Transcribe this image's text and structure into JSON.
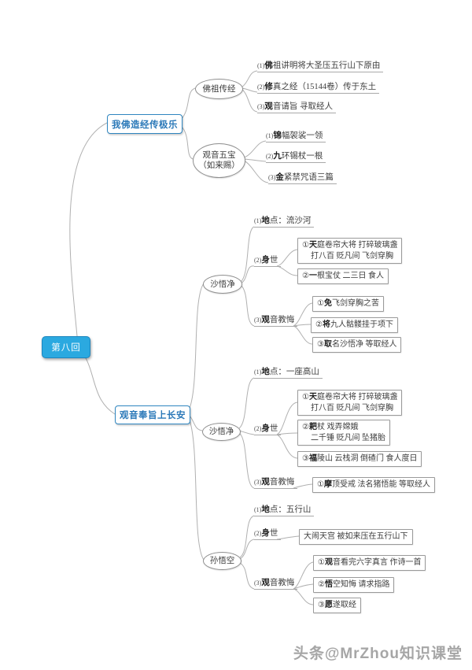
{
  "colors": {
    "accent_fill": "#2BA9E0",
    "accent_border": "#2F86C0",
    "accent_text": "#2A78B8",
    "connector_gray": "#B0B0B0",
    "node_border_gray": "#9A9A9A"
  },
  "root": {
    "label": "第八回"
  },
  "watermark": {
    "text": "头条@MrZhou知识课堂"
  },
  "b1": {
    "label": "我佛造经传极乐",
    "t1": {
      "label": "佛祖传经",
      "leaves": [
        {
          "num": "(1)",
          "bold": "佛",
          "rest": "祖讲明将大圣压五行山下原由"
        },
        {
          "num": "(2)",
          "bold": "修",
          "rest": "真之经（15144卷）传于东土"
        },
        {
          "num": "(3)",
          "bold": "观",
          "rest": "音请旨 寻取经人"
        }
      ]
    },
    "t2": {
      "label1": "观音五宝",
      "label2": "（如来赐）",
      "leaves": [
        {
          "num": "(1)",
          "bold": "锦",
          "rest": "幅袈裟一领"
        },
        {
          "num": "(2)",
          "bold": "九",
          "rest": "环锡杖一根"
        },
        {
          "num": "(3)",
          "bold": "金",
          "rest": "紧禁咒语三篇"
        }
      ]
    }
  },
  "b2": {
    "label": "观音奉旨上长安",
    "s1": {
      "label": "沙悟净",
      "loc": {
        "num": "(1)",
        "bold": "地",
        "rest": "点：流沙河"
      },
      "life_label": {
        "num": "(2)",
        "bold": "身",
        "rest": "世"
      },
      "life": [
        {
          "num": "①",
          "bold": "天",
          "rest": "庭卷帘大将 打碎玻璃盏",
          "line2": "打八百 贬凡间 飞剑穿胸"
        },
        {
          "num": "②",
          "bold": "一",
          "rest": "根宝仗 二三日 食人"
        }
      ],
      "teach_label": {
        "num": "(3)",
        "bold": "观",
        "rest": "音教悔"
      },
      "teach": [
        {
          "num": "①",
          "bold": "免",
          "rest": "飞剑穿胸之苦"
        },
        {
          "num": "②",
          "bold": "将",
          "rest": "九人骷髅挂于项下"
        },
        {
          "num": "③",
          "bold": "取",
          "rest": "名沙悟净 等取经人"
        }
      ]
    },
    "s2": {
      "label": "沙悟净",
      "loc": {
        "num": "(1)",
        "bold": "地",
        "rest": "点：一座高山"
      },
      "life_label": {
        "num": "(2)",
        "bold": "身",
        "rest": "世"
      },
      "life": [
        {
          "num": "①",
          "bold": "天",
          "rest": "庭卷帘大将 打碎玻璃盏",
          "line2": "打八百 贬凡间 飞剑穿胸"
        },
        {
          "num": "②",
          "bold": "耙",
          "rest": "杖 戏弄嫦娥",
          "line2": "二千锤 贬凡间 坠猪胎"
        },
        {
          "num": "③",
          "bold": "福",
          "rest": "陵山 云栈洞 倒碴门 食人度日"
        }
      ],
      "teach_label": {
        "num": "(3)",
        "bold": "观",
        "rest": "音教悔"
      },
      "teach": [
        {
          "num": "①",
          "bold": "摩",
          "rest": "顶受戒 法名猪悟能 等取经人"
        }
      ]
    },
    "s3": {
      "label": "孙悟空",
      "loc": {
        "num": "(1)",
        "bold": "地",
        "rest": "点：五行山"
      },
      "life_label": {
        "num": "(2)",
        "bold": "身",
        "rest": "世"
      },
      "life": [
        {
          "num": "",
          "bold": "",
          "rest": "大闹天宫 被如来压在五行山下"
        }
      ],
      "teach_label": {
        "num": "(3)",
        "bold": "观",
        "rest": "音教悔"
      },
      "teach": [
        {
          "num": "①",
          "bold": "观",
          "rest": "音看完六字真言 作诗一首"
        },
        {
          "num": "②",
          "bold": "悟",
          "rest": "空知悔 请求指路"
        },
        {
          "num": "③",
          "bold": "愿",
          "rest": "遂取经"
        }
      ]
    }
  }
}
